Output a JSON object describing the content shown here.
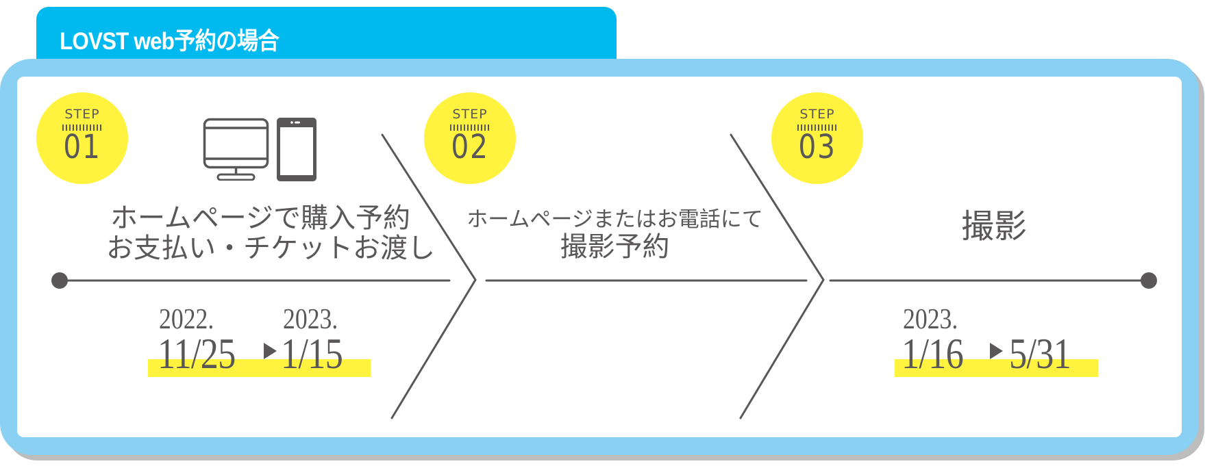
{
  "header": {
    "title": "LOVST web予約の場合"
  },
  "colors": {
    "tab": "#00b9ef",
    "frame": "#89d0f3",
    "highlight": "#fff33f",
    "text": "#595757"
  },
  "steps": [
    {
      "label": "STEP",
      "number": "01",
      "icons": [
        "desktop-monitor-icon",
        "smartphone-icon"
      ],
      "lines": [
        "ホームページで購入予約",
        "お支払い・チケットお渡し"
      ],
      "period": {
        "start_year": "2022.",
        "start_date": "11/25",
        "end_year": "2023.",
        "end_date": "1/15"
      }
    },
    {
      "label": "STEP",
      "number": "02",
      "lines": [
        "ホームページまたはお電話にて",
        "撮影予約"
      ]
    },
    {
      "label": "STEP",
      "number": "03",
      "lines": [
        "撮影"
      ],
      "period": {
        "start_year": "2023.",
        "start_date": "1/16",
        "end_date": "5/31"
      }
    }
  ]
}
